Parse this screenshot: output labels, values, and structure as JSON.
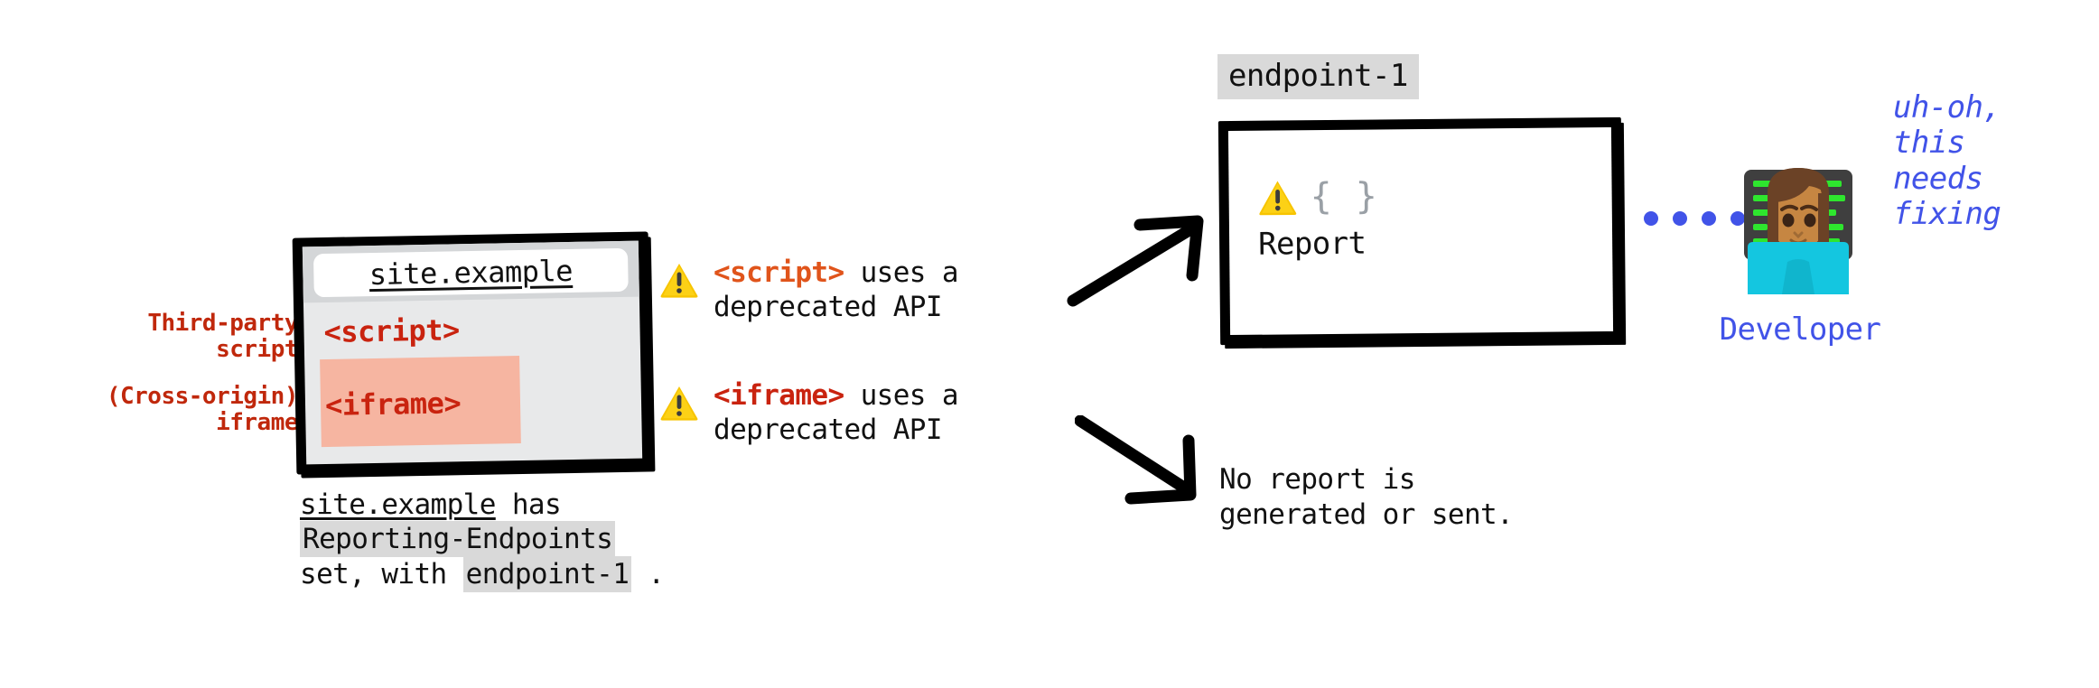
{
  "left_labels": [
    {
      "line1": "Third-party",
      "line2": "script"
    },
    {
      "line1": "(Cross-origin)",
      "line2": "iframe"
    }
  ],
  "browser": {
    "url": "site.example",
    "script_tag": "<script>",
    "iframe_tag": "<iframe>"
  },
  "browser_caption": {
    "site": "site.example",
    "has": " has",
    "header": "Reporting-Endpoints",
    "set_with": "set, with ",
    "endpoint": "endpoint-1",
    "period": " ."
  },
  "warnings": [
    {
      "tag": "<script>",
      "rest": " uses a\ndeprecated API",
      "icon": "warning-icon"
    },
    {
      "tag": "<iframe>",
      "rest": " uses a\ndeprecated API",
      "icon": "warning-icon"
    }
  ],
  "endpoint_box": {
    "label": "endpoint-1",
    "braces": "{ }",
    "report_label": "Report",
    "icon": "warning-icon"
  },
  "no_report": "No report is\ngenerated or sent.",
  "developer": {
    "label": "Developer",
    "emoji": "woman-technologist-emoji",
    "speech": "uh-oh,\nthis\nneeds\nfixing"
  },
  "connector": {
    "dot_count": 6,
    "dot_color": "#4153e8"
  },
  "colors": {
    "red": "#c0280c",
    "code_red": "#c9230f",
    "script_orange": "#e0541b",
    "blue": "#4153e8",
    "chip_gray": "#d9d9d9",
    "warning_yellow": "#f5c518"
  }
}
